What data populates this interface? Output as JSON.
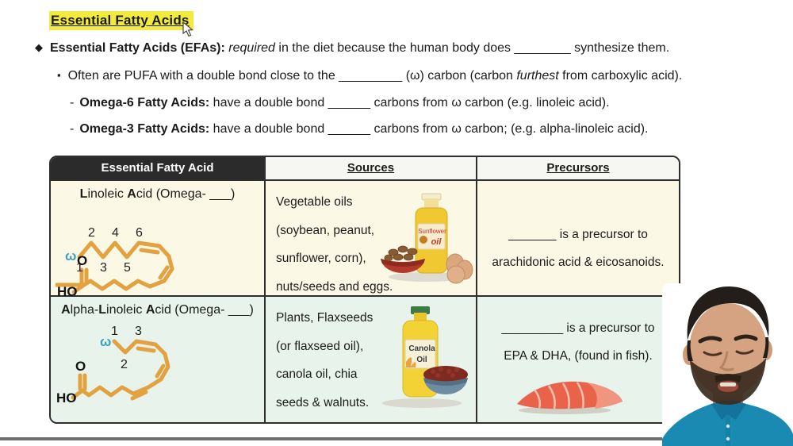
{
  "title": "Essential Fatty Acids",
  "intro": {
    "b1_bullet": "◆",
    "b1_bold": "Essential Fatty Acids (EFAs):",
    "b1_italic": " required",
    "b1_rest": " in the diet because the human body does ________ synthesize them.",
    "b2_bullet": "▪",
    "b2_pre": "Often are PUFA with a double bond close to the _________ (ω) carbon (carbon ",
    "b2_italic": "furthest",
    "b2_post": " from carboxylic acid).",
    "b3_dash": "-",
    "b3_bold": "Omega-6 Fatty Acids:",
    "b3_rest": " have a double bond ______ carbons from ω carbon (e.g. linoleic acid).",
    "b4_dash": "-",
    "b4_bold": "Omega-3 Fatty Acids:",
    "b4_rest": " have a double bond ______ carbons from ω carbon; (e.g. alpha-linoleic acid)."
  },
  "table": {
    "headers": [
      "Essential Fatty Acid",
      "Sources",
      "Precursors"
    ],
    "row1": {
      "name_segments": [
        {
          "t": "L"
        },
        {
          "t": "inoleic "
        },
        {
          "t": "A"
        },
        {
          "t": "cid (Omega- ___)"
        }
      ],
      "sources_lines": [
        "Vegetable oils",
        "(soybean, peanut,",
        "sunflower, corn),",
        "nuts/seeds and eggs."
      ],
      "precursor_lines": [
        "_______ is a precursor to",
        "arachidonic acid & eicosanoids."
      ]
    },
    "row2": {
      "name_segments": [
        {
          "t": "A"
        },
        {
          "t": "lpha-"
        },
        {
          "t": "L"
        },
        {
          "t": "inoleic "
        },
        {
          "t": "A"
        },
        {
          "t": "cid (Omega- ___)"
        }
      ],
      "sources_lines": [
        "Plants, Flaxseeds",
        "(or flaxseed oil),",
        "canola oil, chia",
        "seeds & walnuts."
      ],
      "precursor_lines": [
        "_________ is a precursor to",
        "EPA & DHA, (found in fish)."
      ]
    }
  },
  "structures": {
    "linoleic": {
      "omega": "ω",
      "top_numbers": [
        "2",
        "4",
        "6"
      ],
      "bottom_numbers": [
        "1",
        "3",
        "5"
      ],
      "carbonyl_o": "O",
      "hydroxyl": "HO"
    },
    "alpha_linoleic": {
      "omega": "ω",
      "top_numbers": [
        "1",
        "3"
      ],
      "bottom_numbers": [
        "2"
      ],
      "carbonyl_o": "O",
      "hydroxyl": "HO"
    }
  },
  "illustrations": {
    "sunflower_bottle_line1": "Sunflower",
    "sunflower_bottle_line2": "oil",
    "canola_bottle_line1": "Canola",
    "canola_bottle_line2": "Oil"
  },
  "colors": {
    "highlight_yellow": "#f3ea3f",
    "structure_orange": "#e2a23f",
    "omega_blue": "#3e9fc4",
    "header_dark": "#2b2b2b",
    "row1_cream": "#fcf8e6",
    "row2_mint": "#e7f3eb",
    "bottom_bar_gray": "#6e6e6e",
    "shirt_teal": "#1a8ab3",
    "salmon_red": "#e8634a"
  }
}
